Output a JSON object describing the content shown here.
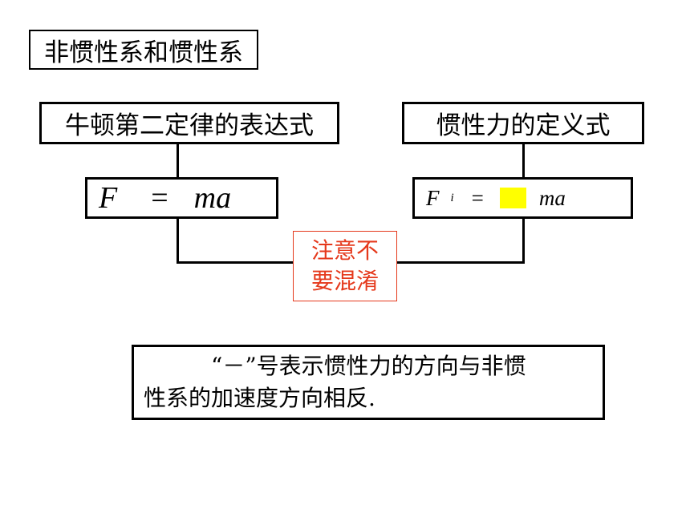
{
  "title": "非惯性系和惯性系",
  "left_panel": {
    "heading": "牛顿第二定律的表达式",
    "formula": {
      "lhs": "F",
      "eq": "=",
      "rhs": "ma"
    }
  },
  "right_panel": {
    "heading": "惯性力的定义式",
    "formula": {
      "lhs": "F",
      "subscript": "i",
      "eq": "=",
      "highlight_color": "#ffff00",
      "rhs": "ma"
    }
  },
  "warning": {
    "line1": "注意不",
    "line2": "要混淆",
    "color": "#e5391c"
  },
  "note": {
    "line1": "“－”号表示惯性力的方向与非惯",
    "line2": "性系的加速度方向相反."
  }
}
